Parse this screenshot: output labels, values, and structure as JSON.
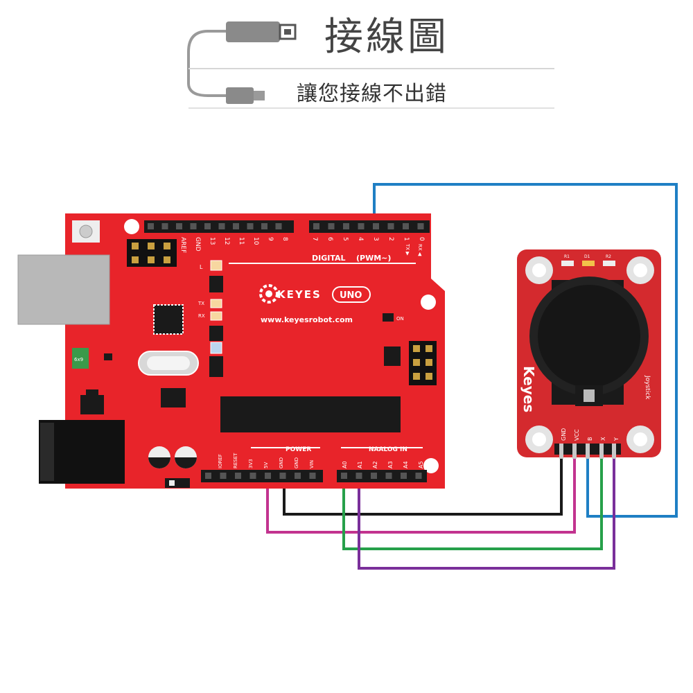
{
  "header": {
    "title": "接線圖",
    "subtitle": "讓您接線不出錯"
  },
  "uno_board": {
    "brand": "KEYES",
    "model": "UNO",
    "url": "www.keyesrobot.com",
    "digital_label": "DIGITAL",
    "pwm_label": "(PWM~)",
    "power_label": "POWER",
    "analog_label": "NAALOG IN",
    "on_label": "ON",
    "top_pins_left": [
      "AREF",
      "GND",
      "13",
      "12",
      "11",
      "10",
      "9",
      "8"
    ],
    "top_pins_right": [
      "7",
      "6",
      "5",
      "4",
      "3",
      "2",
      "1",
      "0"
    ],
    "power_pins": [
      "IOREF",
      "RESET",
      "3V3",
      "5V",
      "GND",
      "GND",
      "VIN"
    ],
    "analog_pins": [
      "A0",
      "A1",
      "A2",
      "A3",
      "A4",
      "A5"
    ],
    "led_l": "L",
    "led_tx": "TX",
    "led_rx": "RX",
    "tx_arrow": "TX ▶",
    "rx_arrow": "RX ◀",
    "fuse_label": "6x9"
  },
  "joystick": {
    "brand": "Keyes",
    "name": "Joystick",
    "pins": [
      "GND",
      "VCC",
      "B",
      "X",
      "Y"
    ],
    "resistors": [
      "R1",
      "D1",
      "R2"
    ]
  },
  "colors": {
    "board_red": "#e8242a",
    "wire_blue": "#1f7fc4",
    "wire_black": "#1a1a1a",
    "wire_magenta": "#c2338f",
    "wire_green": "#26a04a",
    "wire_purple": "#7a2f9a"
  }
}
